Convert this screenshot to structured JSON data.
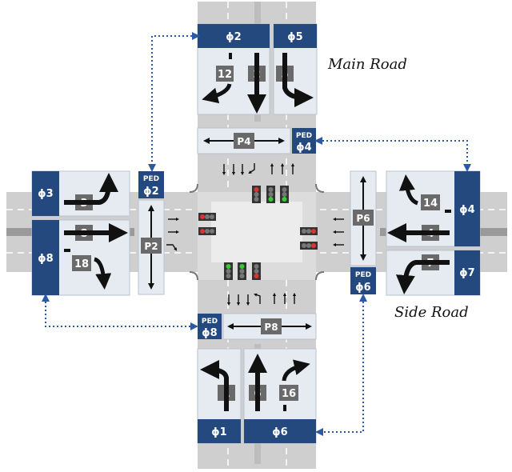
{
  "labels": {
    "main_road": "Main Road",
    "side_road": "Side Road"
  },
  "colors": {
    "phase_box": "#24497f",
    "panel": "#e6ebf1",
    "movement_box": "#6a6a6a",
    "road": "#cfcfcf",
    "intersection": "#ececec",
    "dotted_link": "#2b5aa5"
  },
  "phases": {
    "p2": "ϕ2",
    "p5": "ϕ5",
    "p3": "ϕ3",
    "p8": "ϕ8",
    "p4": "ϕ4",
    "p7": "ϕ7",
    "p1": "ϕ1",
    "p6": "ϕ6"
  },
  "ped_phases": {
    "top_label": "PED",
    "top_phase": "ϕ4",
    "left_label": "PED",
    "left_phase": "ϕ2",
    "right_label": "PED",
    "right_phase": "ϕ6",
    "bottom_label": "PED",
    "bottom_phase": "ϕ8"
  },
  "ped_crossings": {
    "north": "P4",
    "west": "P2",
    "east": "P6",
    "south": "P8"
  },
  "movements": {
    "north_12": "12",
    "north_2": "2",
    "north_5": "5",
    "west_3": "3",
    "west_8": "8",
    "west_18": "18",
    "east_14": "14",
    "east_4": "4",
    "east_7": "7",
    "south_1": "1",
    "south_6": "6",
    "south_16": "16"
  }
}
